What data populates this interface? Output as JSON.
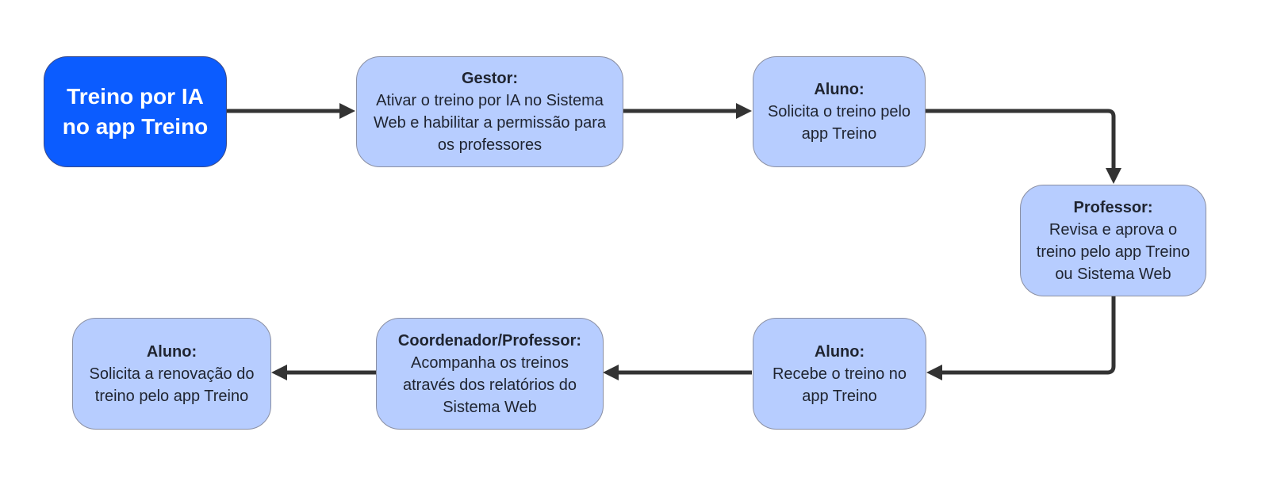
{
  "colors": {
    "start_fill": "#0b5cff",
    "node_fill": "#b7cdff",
    "connector": "#333333"
  },
  "start": {
    "title": "Treino por IA no app Treino"
  },
  "nodes": [
    {
      "role": "Gestor:",
      "text": "Ativar o treino por IA no Sistema Web e habilitar a permissão para os professores"
    },
    {
      "role": "Aluno:",
      "text": "Solicita o treino pelo app Treino"
    },
    {
      "role": "Professor:",
      "text": "Revisa e aprova o treino pelo app Treino ou Sistema Web"
    },
    {
      "role": "Aluno:",
      "text": "Recebe o treino no app Treino"
    },
    {
      "role": "Coordenador/Professor:",
      "text": "Acompanha os treinos através dos relatórios do Sistema Web"
    },
    {
      "role": "Aluno:",
      "text": "Solicita a renovação do treino pelo app Treino"
    }
  ]
}
